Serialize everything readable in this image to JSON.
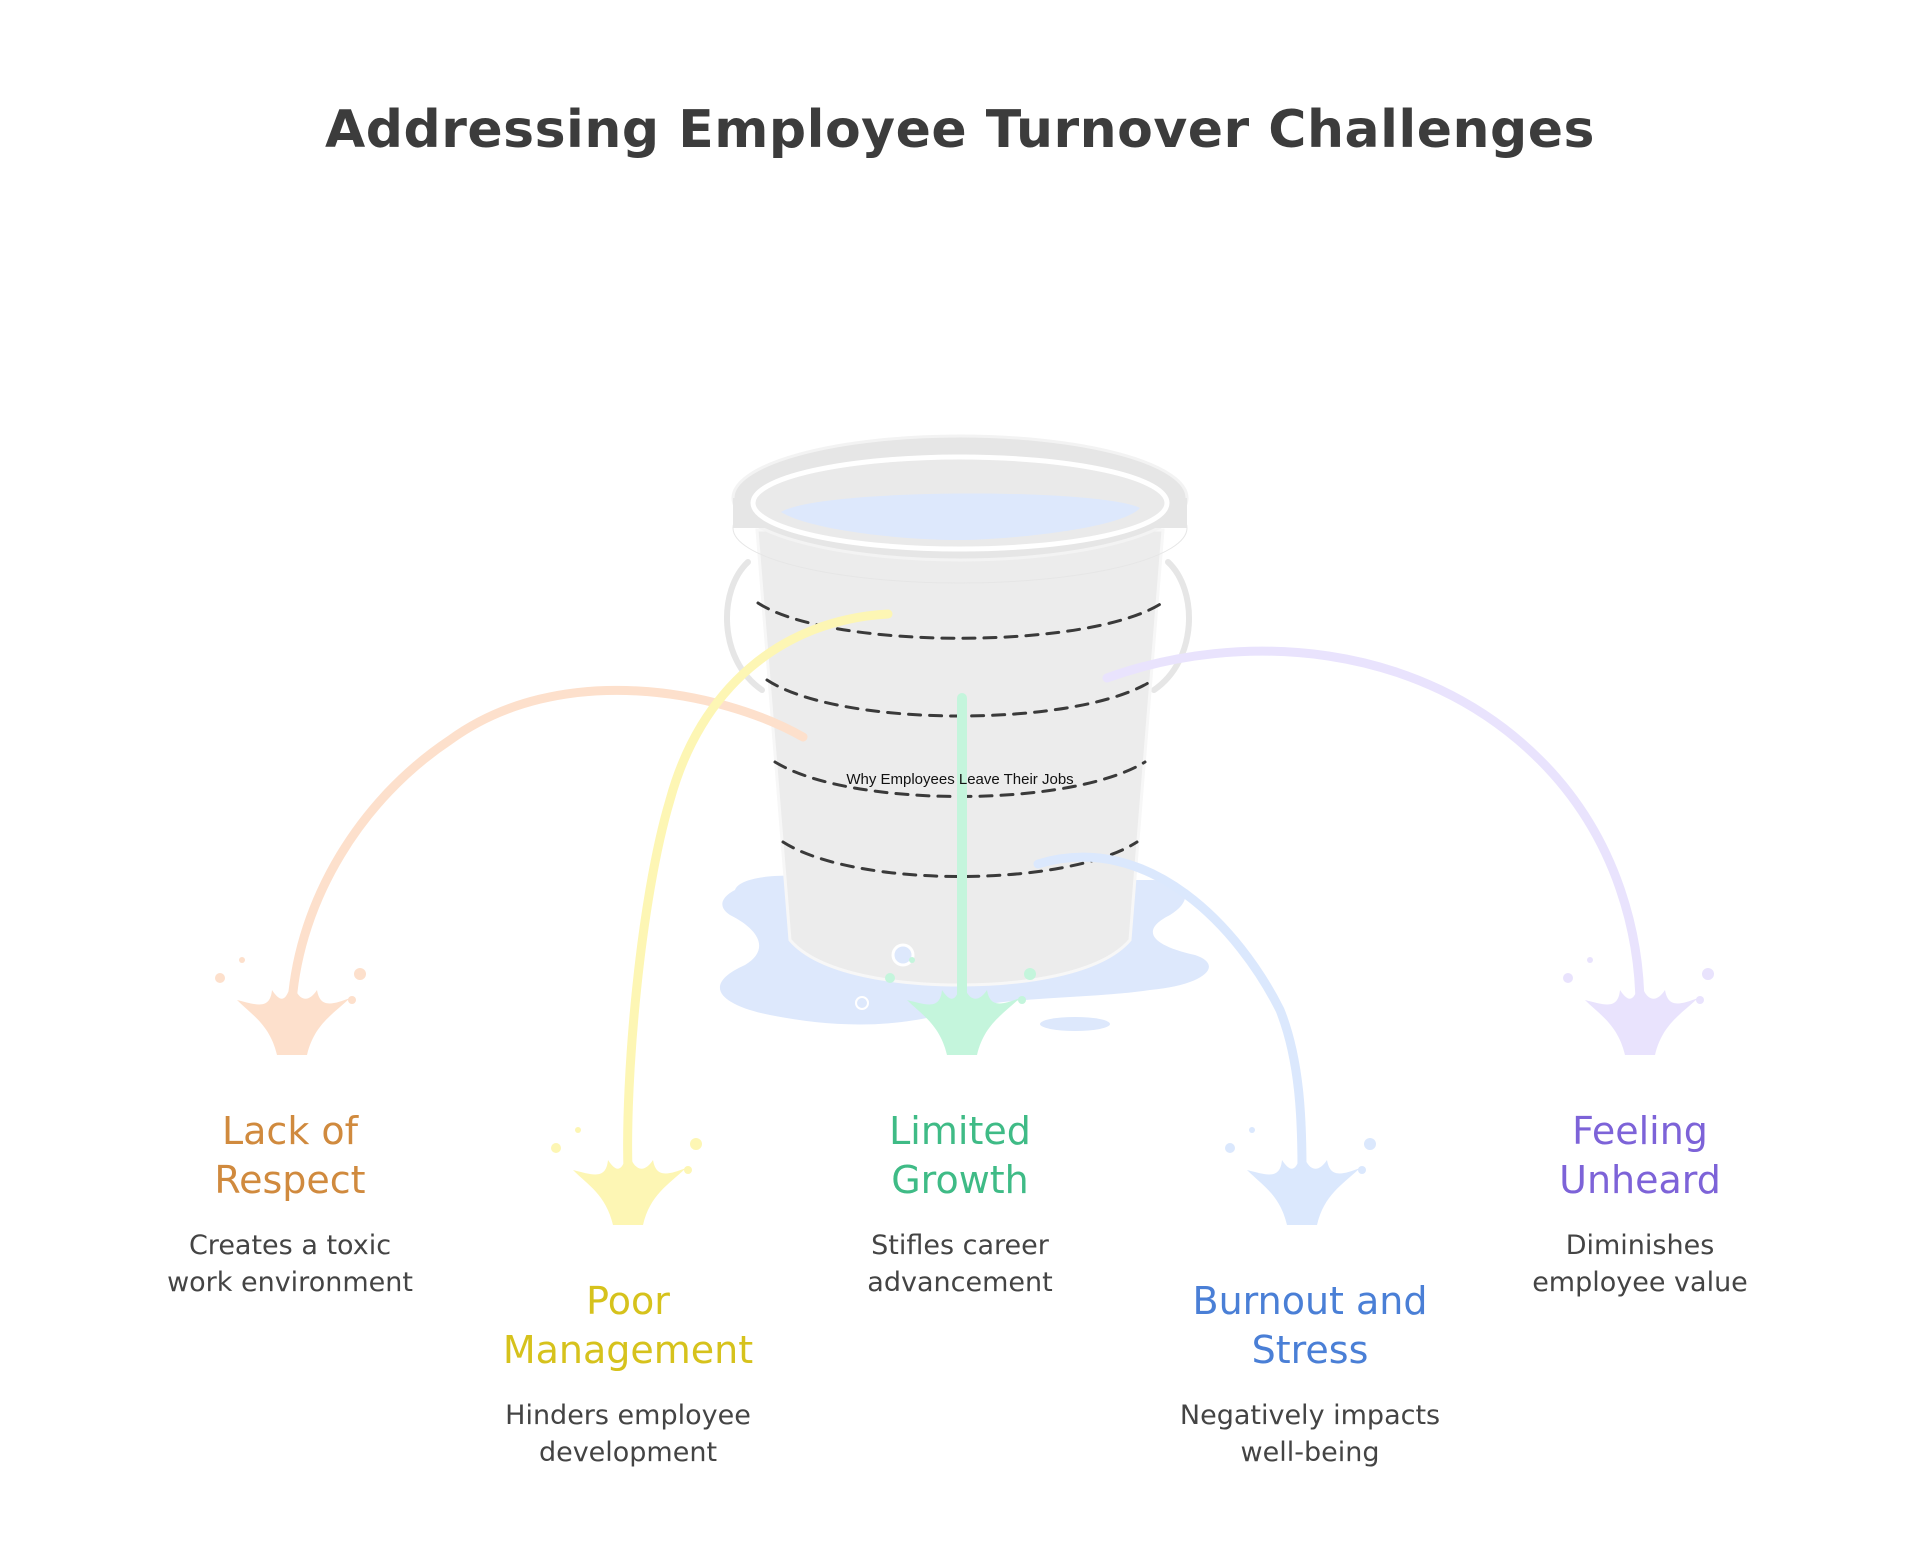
{
  "title": "Addressing Employee Turnover Challenges",
  "bucket_label": "Why Employees Leave Their Jobs",
  "items": [
    {
      "title_line1": "Lack of",
      "title_line2": "Respect",
      "description_line1": "Creates a toxic",
      "description_line2": "work environment",
      "color": "#d08a3e",
      "stream_color": "#fde0cc"
    },
    {
      "title_line1": "Poor",
      "title_line2": "Management",
      "description_line1": "Hinders employee",
      "description_line2": "development",
      "color": "#d6c21c",
      "stream_color": "#fdf6b4"
    },
    {
      "title_line1": "Limited",
      "title_line2": "Growth",
      "description_line1": "Stifles career",
      "description_line2": "advancement",
      "color": "#3fbb86",
      "stream_color": "#c4f5dc"
    },
    {
      "title_line1": "Burnout and",
      "title_line2": "Stress",
      "description_line1": "Negatively impacts",
      "description_line2": "well-being",
      "color": "#4a7fd6",
      "stream_color": "#dbe8fd"
    },
    {
      "title_line1": "Feeling",
      "title_line2": "Unheard",
      "description_line1": "Diminishes",
      "description_line2": "employee value",
      "color": "#7d63d8",
      "stream_color": "#e9e3fd"
    }
  ],
  "colors": {
    "bucket": "#ececec",
    "water": "#dde8fc",
    "dash": "#3a3a3a",
    "title": "#3c3c3c"
  }
}
